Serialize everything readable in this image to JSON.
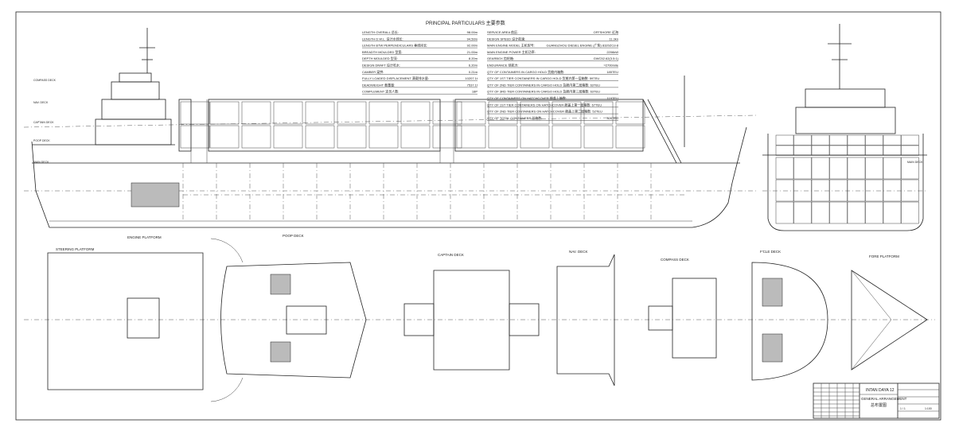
{
  "particulars": {
    "title": "PRINCIPAL PARTICULARS 主要参数",
    "left": [
      {
        "label": "LENGTH OVERALL 总长:",
        "value": "98.00m"
      },
      {
        "label": "LENGTH D.W.L. 设计水线长:",
        "value": "94.50m"
      },
      {
        "label": "LENGTH BTW PERPENDICULARS 垂线间长:",
        "value": "92.00m"
      },
      {
        "label": "BREADTH MOULDED 型宽:",
        "value": "21.00m"
      },
      {
        "label": "DEPTH MOULDED 型深:",
        "value": "8.20m"
      },
      {
        "label": "DESIGN DRAFT 设计吃水:",
        "value": "6.20m"
      },
      {
        "label": "CAMBER 梁拱:",
        "value": "0.21m"
      },
      {
        "label": "FULLY LOADED DISPLACEMENT 满载排水量:",
        "value": "10207.1t"
      },
      {
        "label": "DEADWEIGHT 载重量:",
        "value": "7537.1t"
      },
      {
        "label": "COMPLEMENT 定员人数:",
        "value": "18P"
      }
    ],
    "right": [
      {
        "label": "SERVICE AREA 航区:",
        "value": "OFFSHORE 近海"
      },
      {
        "label": "DESIGN SPEED 设计航速:",
        "value": "11.3kn"
      },
      {
        "label": "MAIN ENGINE MODEL 主机型号:",
        "value": "GUANGZHOU DIESEL ENGINE (广柴) 8320ZCd-8"
      },
      {
        "label": "MAIN ENGINE POWER 主机功率:",
        "value": "2206kW"
      },
      {
        "label": "GEARBOX 齿轮箱:",
        "value": "GWC52.62(3.5:1)"
      },
      {
        "label": "ENDURANCE 续航力:",
        "value": "≈2700mile"
      },
      {
        "label": "QTY OF CONTAINERS IN CARGO HOLD 货舱内箱数:",
        "value": "185TEU"
      },
      {
        "label": "QTY OF 1ST TIER CONTAINERS IN CARGO HOLD 货舱内第一层箱数: 59TEU",
        "value": ""
      },
      {
        "label": "QTY OF 2ND TIER CONTAINERS IN CARGO HOLD 货舱内第二层箱数: 63TEU",
        "value": ""
      },
      {
        "label": "QTY OF 3RD TIER CONTAINERS IN CARGO HOLD 货舱内第三层箱数: 63TEU",
        "value": ""
      },
      {
        "label": "QTY OF CONTAINERS ON HATCHCOVER 舱盖上箱数:",
        "value": "119TEU"
      },
      {
        "label": "QTY OF 1ST TIER CONTAINERS ON HATCHCOVER 舱盖上第一层箱数: 67TEU",
        "value": ""
      },
      {
        "label": "QTY OF 2ND TIER CONTAINERS ON HATCHCOVER 舱盖上第二层箱数: 52TEU",
        "value": ""
      },
      {
        "label": "QTY OF TOTAL CONTAINERS 总箱数:",
        "value": "304TEU"
      }
    ]
  },
  "profile_labels": [
    "COMPASS DECK",
    "NAV. DECK",
    "CAPTAIN DECK",
    "POOP DECK",
    "MAIN DECK"
  ],
  "section_label": "MAIN DECK",
  "plans": [
    "STEERING PLATFORM",
    "ENGINE PLATFORM",
    "POOP DECK",
    "CAPTAIN DECK",
    "NAV. DECK",
    "COMPASS DECK",
    "F'CLE DECK",
    "FORE PLATFORM"
  ],
  "title_block": {
    "ship_name": "INTAN DAYA 12",
    "drawing_title": "GENERAL ARRANGEMENT",
    "drawing_title_cn": "总布置图",
    "scale": "1:100",
    "sheet": "1 / 1"
  }
}
